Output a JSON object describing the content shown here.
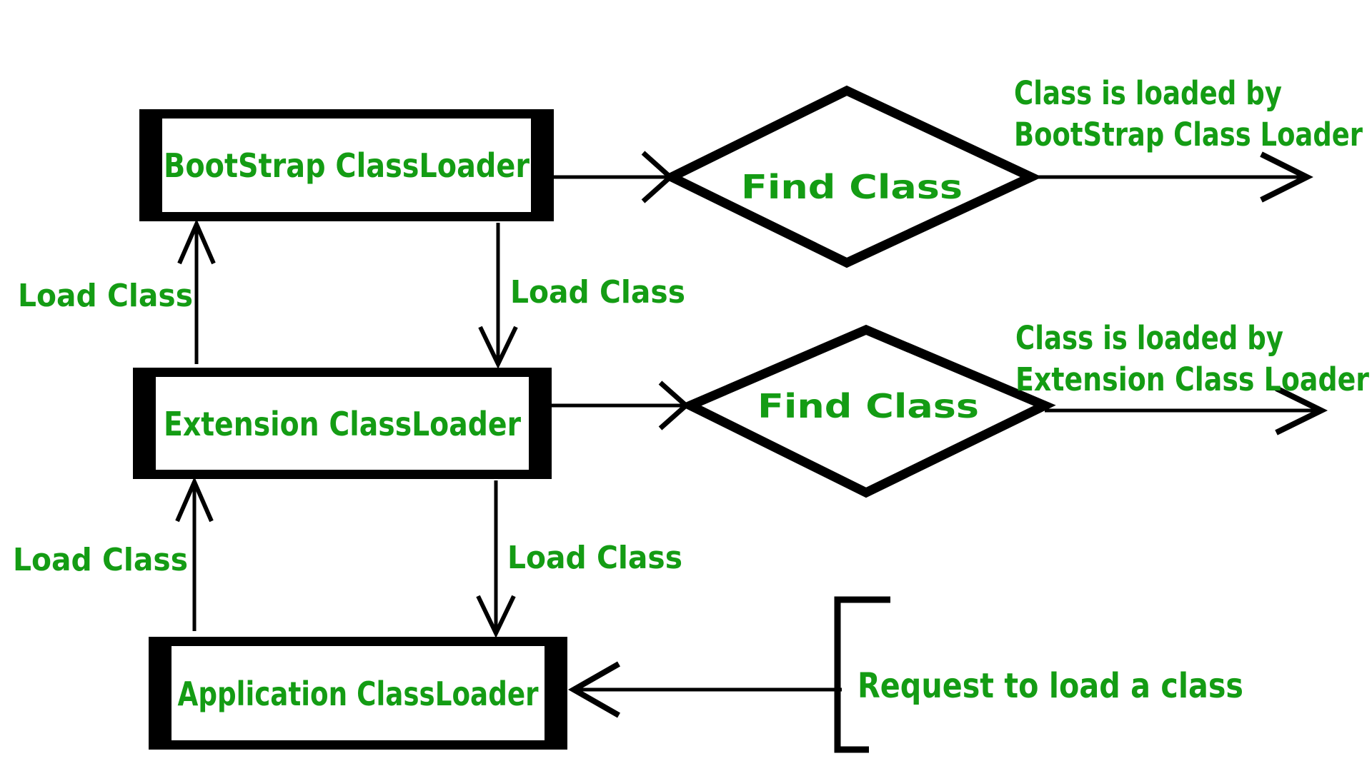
{
  "colors": {
    "green": "#149c14",
    "black": "#000000",
    "background": "#ffffff"
  },
  "nodes": {
    "bootstrap": {
      "label": "BootStrap ClassLoader"
    },
    "extension": {
      "label": "Extension ClassLoader"
    },
    "application": {
      "label": "Application ClassLoader"
    },
    "find_class_1": {
      "label": "Find Class"
    },
    "find_class_2": {
      "label": "Find Class"
    }
  },
  "edge_labels": {
    "load_class_up_1": "Load Class",
    "load_class_down_1": "Load Class",
    "load_class_up_2": "Load Class",
    "load_class_down_2": "Load Class"
  },
  "captions": {
    "bootstrap_result_line1": "Class is loaded by",
    "bootstrap_result_line2": "BootStrap Class Loader",
    "extension_result_line1": "Class is loaded by",
    "extension_result_line2": "Extension Class Loader",
    "request": "Request to load a class"
  }
}
